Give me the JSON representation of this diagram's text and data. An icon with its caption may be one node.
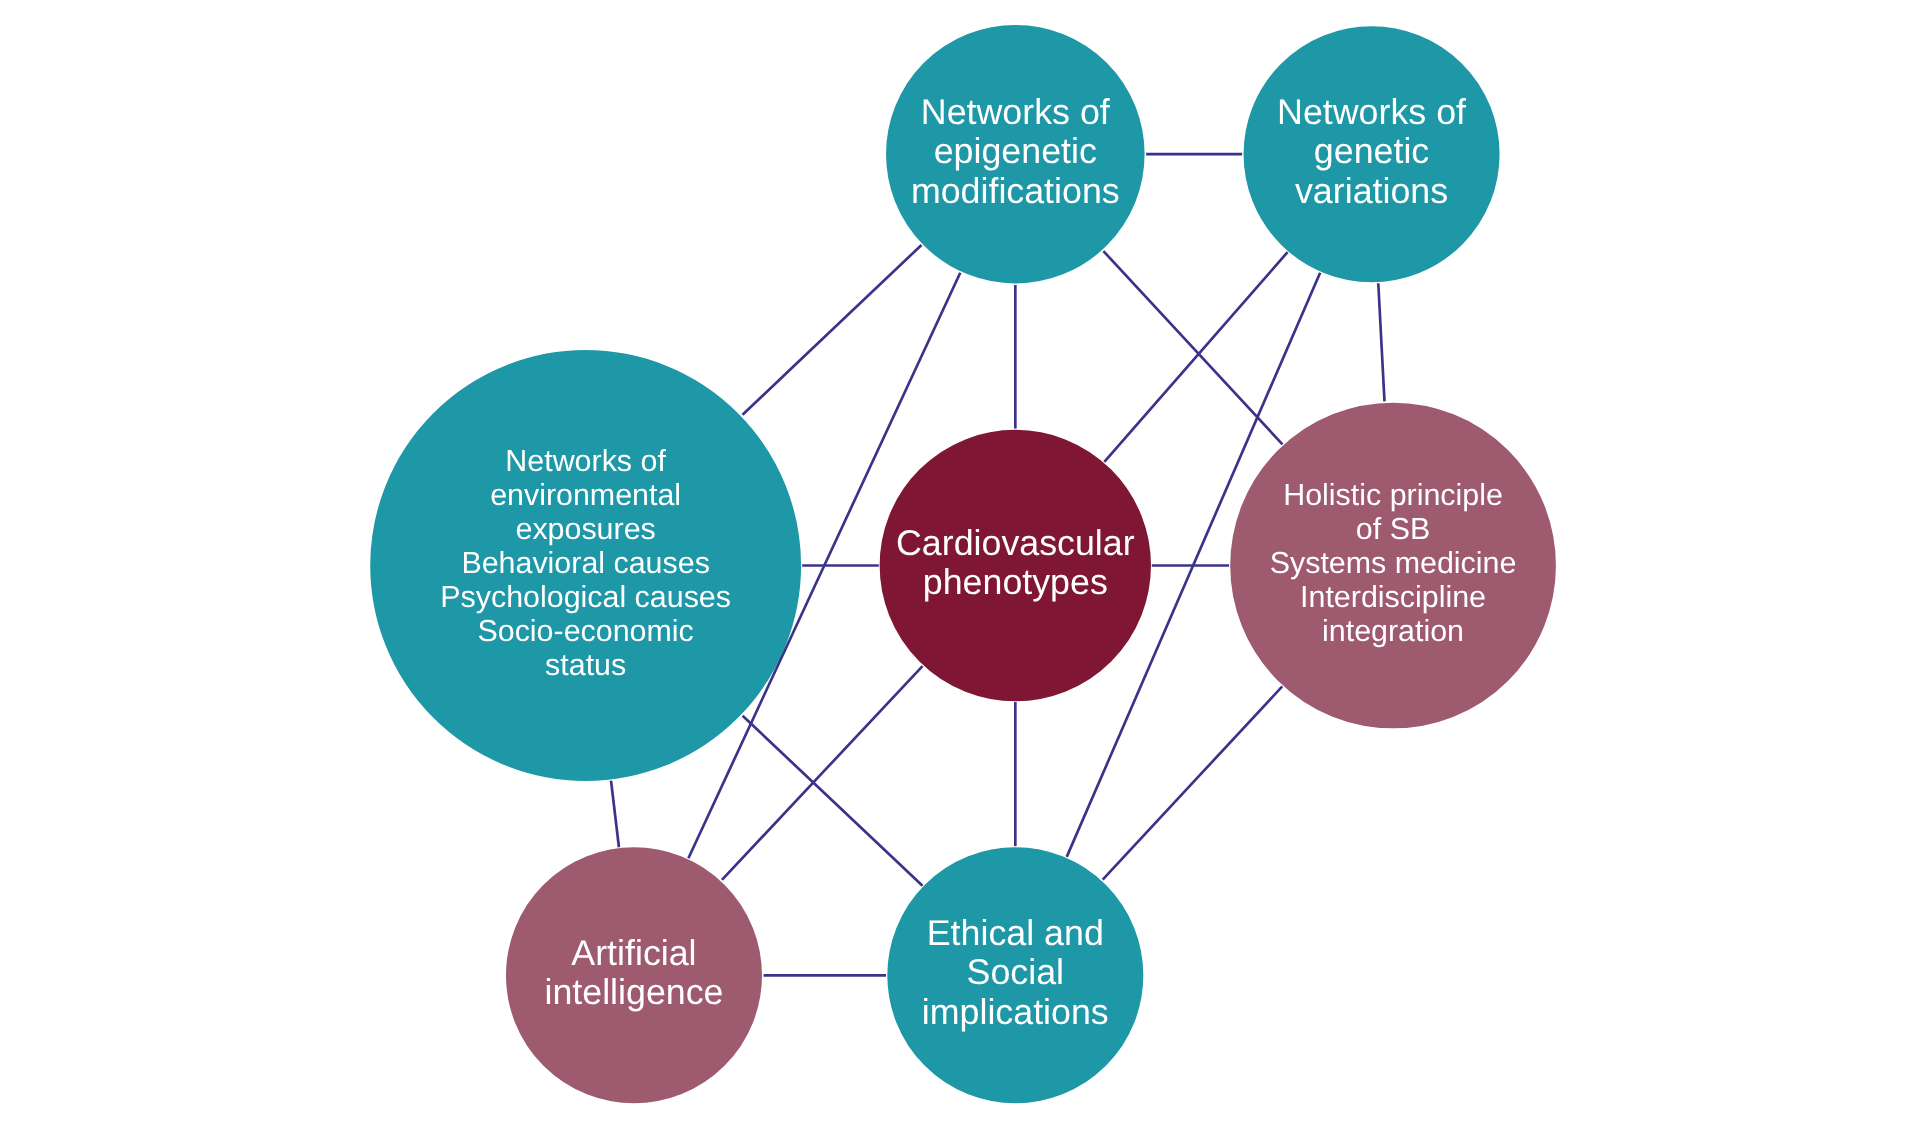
{
  "diagram": {
    "nodes": [
      {
        "text": [
          "Networks of epigenetic modifications"
        ]
      },
      {
        "text": [
          "Networks of genetic variations"
        ]
      },
      {
        "text": [
          "Networks of environmental exposures",
          "Behavioral causes",
          "Psychological causes",
          "Socio-economic status"
        ]
      },
      {
        "text": [
          "Cardiovascular phenotypes"
        ]
      },
      {
        "text": [
          "Holistic principle of SB",
          "Systems medicine",
          "Interdiscipline integration"
        ]
      },
      {
        "text": [
          "Artificial intelligence"
        ]
      },
      {
        "text": [
          "Ethical and Social implications"
        ]
      }
    ],
    "edges": [
      {
        "from": 0,
        "to": 1,
        "arrow": "none"
      },
      {
        "from": 0,
        "to": 2,
        "arrow": "none"
      },
      {
        "from": 0,
        "to": 3,
        "arrow": "none"
      },
      {
        "from": 0,
        "to": 4,
        "arrow": "none"
      },
      {
        "from": 0,
        "to": 5,
        "arrow": "none"
      },
      {
        "from": 1,
        "to": 3,
        "arrow": "none"
      },
      {
        "from": 1,
        "to": 4,
        "arrow": "none"
      },
      {
        "from": 1,
        "to": 6,
        "arrow": "none"
      },
      {
        "from": 2,
        "to": 3,
        "arrow": "none"
      },
      {
        "from": 2,
        "to": 6,
        "arrow": "none"
      },
      {
        "from": 2,
        "to": 5,
        "arrow": "none"
      },
      {
        "from": 3,
        "to": 4,
        "arrow": "none"
      },
      {
        "from": 3,
        "to": 5,
        "arrow": "none"
      },
      {
        "from": 3,
        "to": 6,
        "arrow": "none"
      },
      {
        "from": 4,
        "to": 6,
        "arrow": "none"
      },
      {
        "from": 5,
        "to": 6,
        "arrow": "none"
      }
    ]
  }
}
